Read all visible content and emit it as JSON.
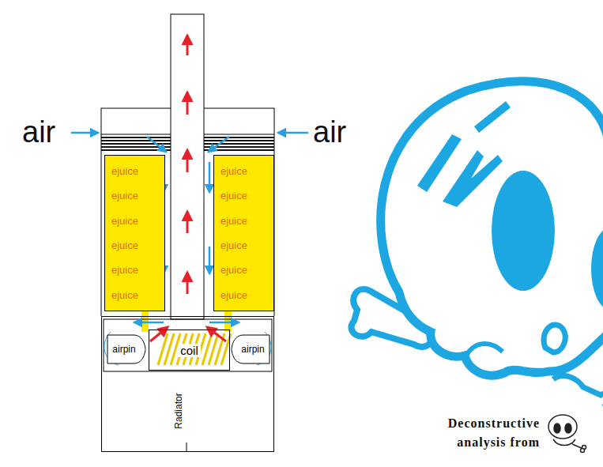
{
  "diagram": {
    "nodes": [
      {
        "text": [
          "ejuice",
          "ejuice",
          "ejuice",
          "ejuice",
          "ejuice",
          "ejuice"
        ]
      },
      {
        "text": [
          "ejuice",
          "ejuice",
          "ejuice",
          "ejuice",
          "ejuice",
          "ejuice"
        ]
      },
      {
        "text": [
          "Radiator"
        ]
      },
      {
        "text": [
          "airpin"
        ],
        "in": 2
      },
      {
        "text": [
          "coil"
        ],
        "in": 2
      },
      {
        "text": [
          "airpin"
        ],
        "in": 2
      }
    ],
    "labels": [
      "air",
      "air",
      "Deconstructive analysis from"
    ]
  }
}
